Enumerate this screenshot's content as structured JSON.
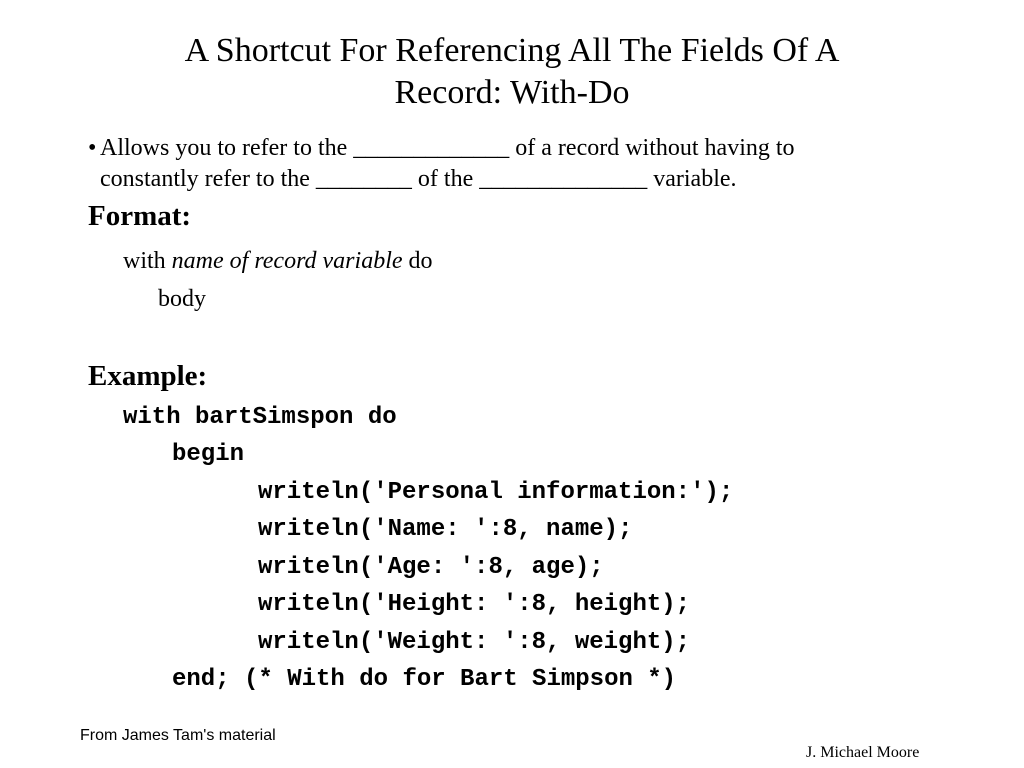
{
  "slide": {
    "title_line1": "A Shortcut For Referencing All The Fields Of A",
    "title_line2": "Record: With-Do",
    "bullet_marker": "•",
    "bullet_line1": "Allows you to refer to the _____________ of a record without having to",
    "bullet_line2": "constantly refer to the ________ of the ______________ variable.",
    "format_heading": "Format:",
    "format_with": "with ",
    "format_name": "name of record variable",
    "format_do": " do",
    "format_body": "body",
    "example_heading": "Example:",
    "code": [
      "with bartSimspon do",
      "begin",
      "writeln('Personal information:');",
      "writeln('Name: ':8, name);",
      "writeln('Age: ':8, age);",
      "writeln('Height: ':8, height);",
      "writeln('Weight: ':8, weight);",
      "end; (* With do for Bart Simpson *)"
    ],
    "footer_left": "From James Tam's material",
    "footer_right": "J. Michael Moore"
  }
}
